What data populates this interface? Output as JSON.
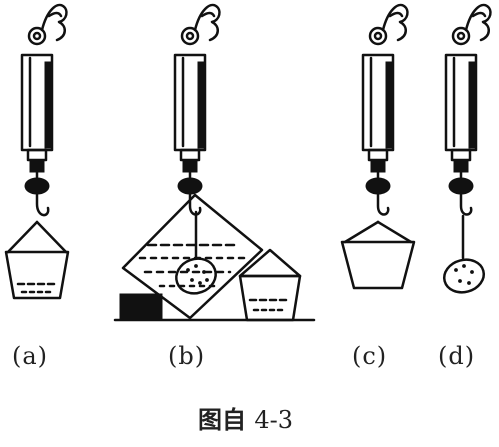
{
  "panels": [
    {
      "id": "a",
      "label": "(a)"
    },
    {
      "id": "b",
      "label": "(b)"
    },
    {
      "id": "c",
      "label": "(c)"
    },
    {
      "id": "d",
      "label": "(d)"
    }
  ],
  "caption": {
    "prefix": "图自",
    "number": "4-3"
  }
}
